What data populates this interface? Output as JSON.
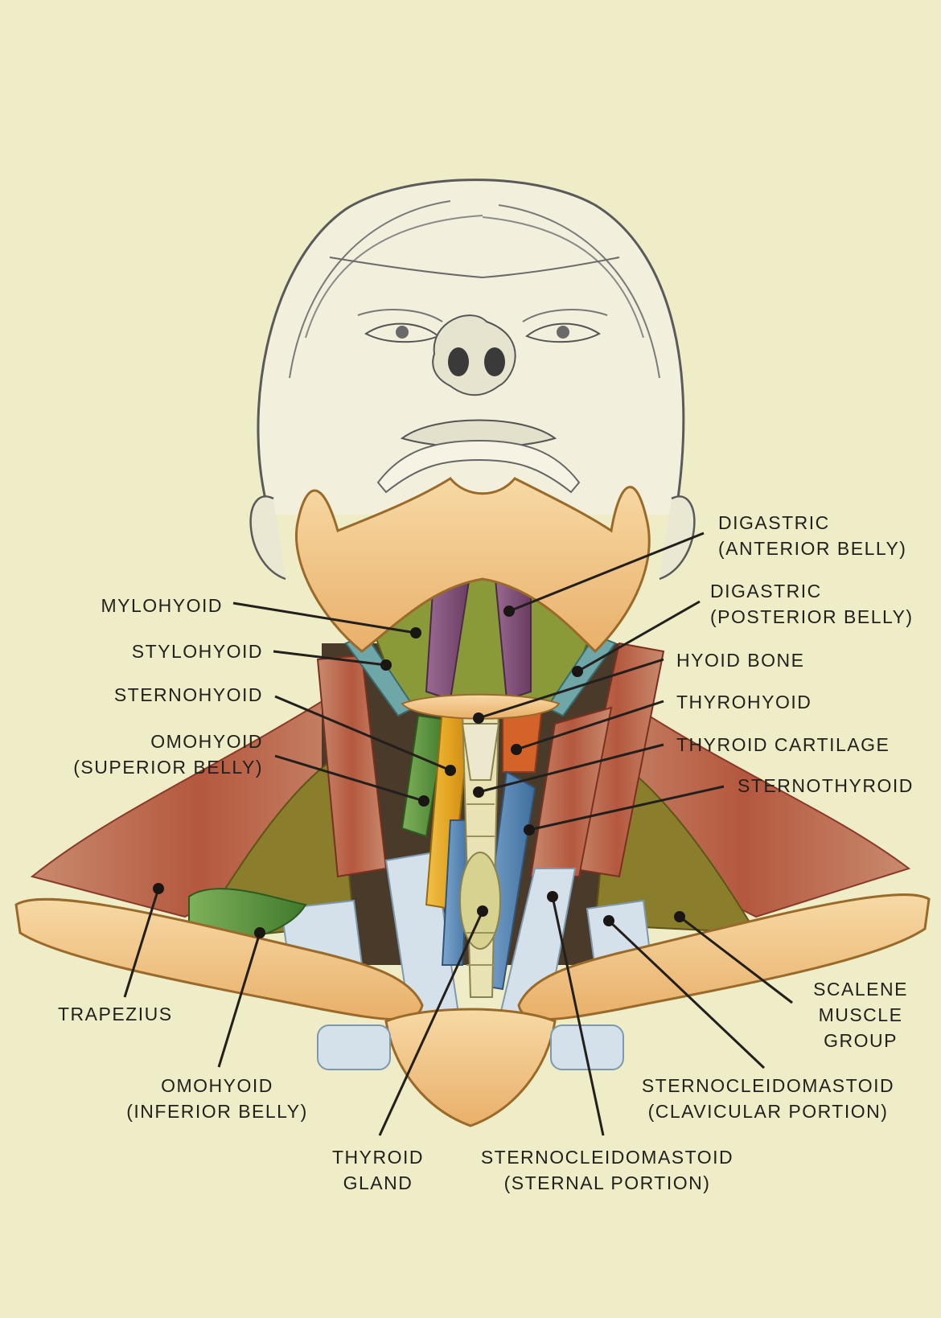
{
  "labels": {
    "digastric_anterior": {
      "line1": "DIGASTRIC",
      "line2": "(ANTERIOR BELLY)"
    },
    "digastric_posterior": {
      "line1": "DIGASTRIC",
      "line2": "(POSTERIOR BELLY)"
    },
    "mylohyoid": "MYLOHYOID",
    "stylohyoid": "STYLOHYOID",
    "hyoid_bone": "HYOID BONE",
    "sternohyoid": "STERNOHYOID",
    "thyrohyoid": "THYROHYOID",
    "omohyoid_superior": {
      "line1": "OMOHYOID",
      "line2": "(SUPERIOR BELLY)"
    },
    "thyroid_cartilage": "THYROID CARTILAGE",
    "sternothyroid": "STERNOTHYROID",
    "scalene": {
      "line1": "SCALENE",
      "line2": "MUSCLE",
      "line3": "GROUP"
    },
    "trapezius": "TRAPEZIUS",
    "omohyoid_inferior": {
      "line1": "OMOHYOID",
      "line2": "(INFERIOR BELLY)"
    },
    "scm_clavicular": {
      "line1": "STERNOCLEIDOMASTOID",
      "line2": "(CLAVICULAR PORTION)"
    },
    "thyroid_gland": {
      "line1": "THYROID",
      "line2": "GLAND"
    },
    "scm_sternal": {
      "line1": "STERNOCLEIDOMASTOID",
      "line2": "(STERNAL PORTION)"
    }
  },
  "colors": {
    "background": "#efecc8",
    "bone": "#f0c27f",
    "tendon": "#c9d8e4",
    "muscle_red": "#b4583e",
    "muscle_olive": "#8a7d2c",
    "digastric_purple": "#7a4a72",
    "omohyoid_green": "#4f8a36",
    "sternohyoid_yellow": "#e3a522",
    "sternothyroid_blue": "#4f7fae",
    "thyrohyoid_orange": "#d4632a",
    "thyroid_gland": "#d8d290",
    "pencil": "#5a5a5a",
    "ink": "#231f1c"
  }
}
